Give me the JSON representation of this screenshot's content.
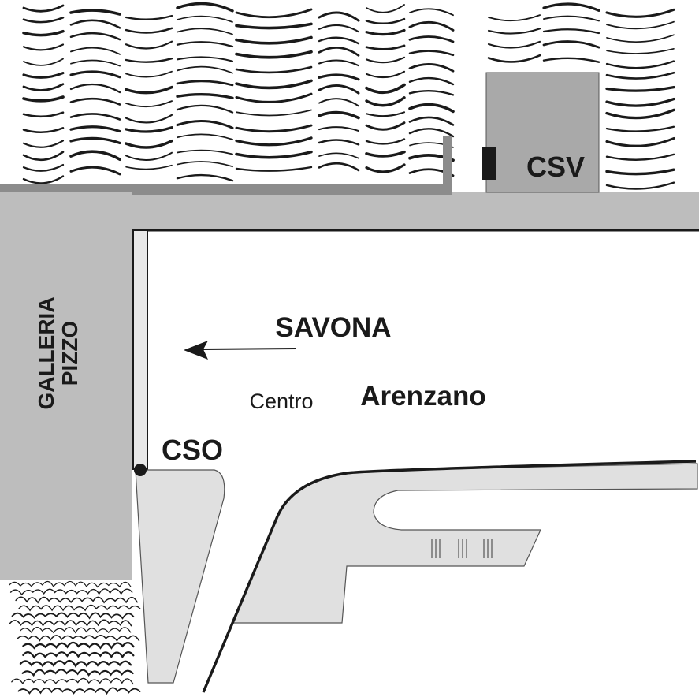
{
  "labels": {
    "gallery_line1": "GALLERIA",
    "gallery_line2": "PIZZO",
    "csv": "CSV",
    "cso": "CSO",
    "savona": "SAVONA",
    "centro": "Centro",
    "arenzano": "Arenzano"
  },
  "colors": {
    "road_gray": "#bdbdbd",
    "dark_gray": "#8c8c8c",
    "box_gray": "#a9a9a9",
    "light_gray": "#e0e0e0",
    "ink": "#1a1a1a",
    "background": "#ffffff"
  },
  "icons": {
    "direction_arrow": "arrow-left",
    "connection_point": "filled-circle",
    "terrain": "hatched-slope-strokes"
  }
}
